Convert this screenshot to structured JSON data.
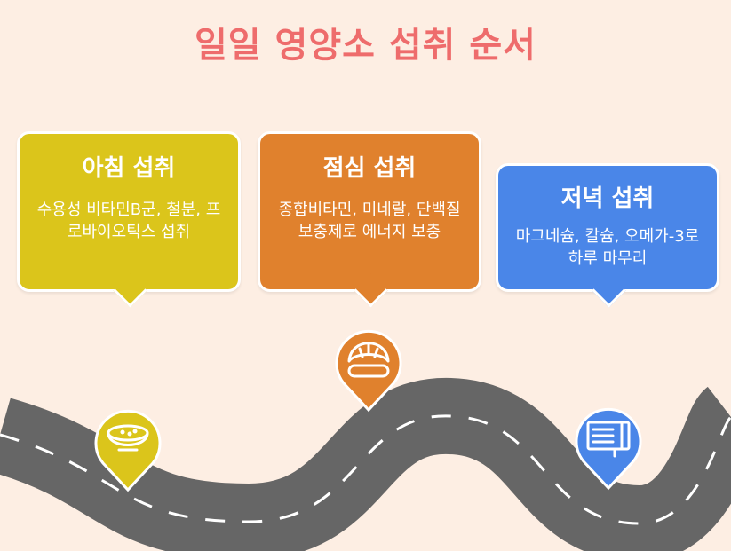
{
  "title": "일일 영양소 섭취 순서",
  "steps": [
    {
      "title": "아침 섭취",
      "description": "수용성 비타민B군, 철분, 프로바이오틱스 섭취",
      "icon": "soup-bowl-icon",
      "color": "#dbc51b"
    },
    {
      "title": "점심 섭취",
      "description": "종합비타민, 미네랄, 단백질 보충제로 에너지 보충",
      "icon": "croissant-bread-icon",
      "color": "#e0812d"
    },
    {
      "title": "저녁 섭취",
      "description": "마그네슘, 칼슘, 오메가-3로 하루 마무리",
      "icon": "microwave-icon",
      "color": "#4a86e8"
    }
  ],
  "colors": {
    "background": "#fdeee3",
    "title": "#ee6c6c",
    "road": "#666666",
    "road_dash": "#ffffff"
  }
}
